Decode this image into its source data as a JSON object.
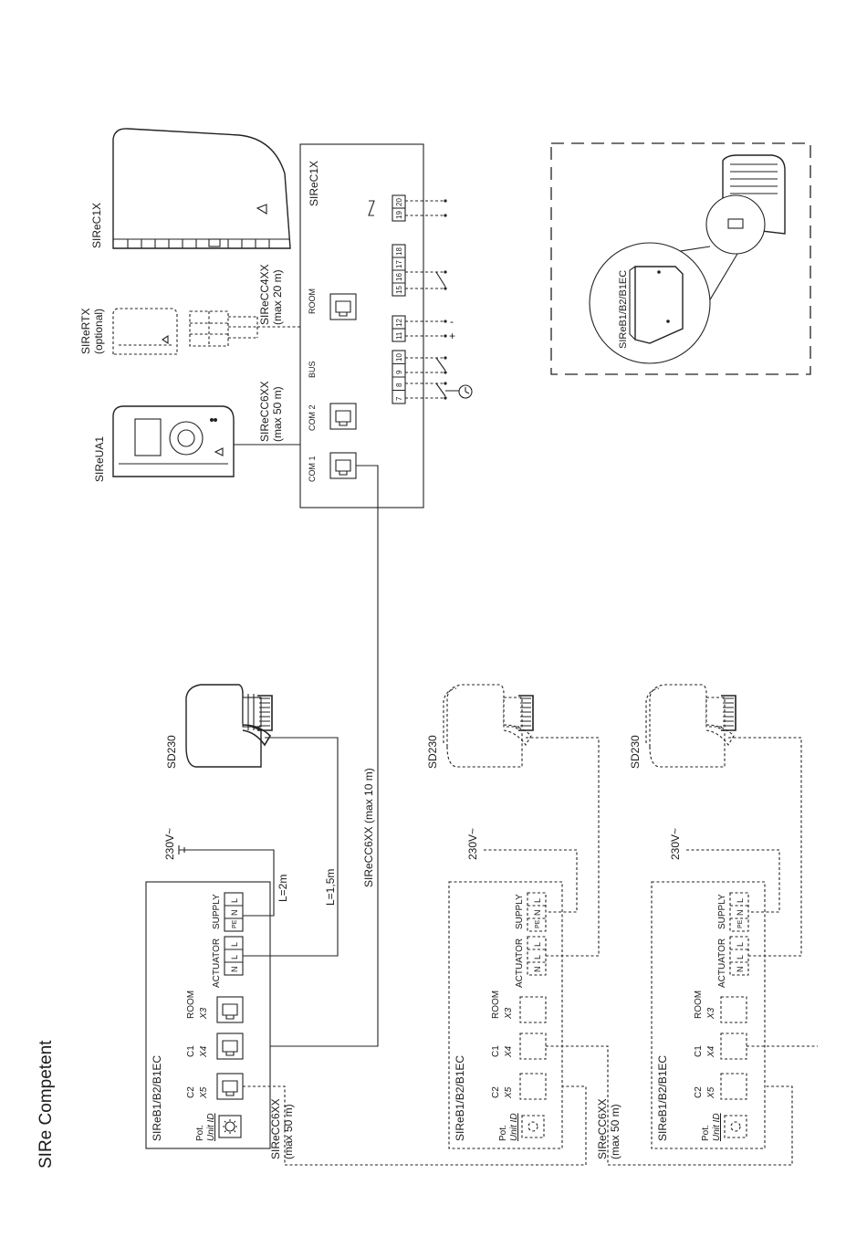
{
  "page_title": "SIRe Competent",
  "top": {
    "uA1_label": "SIReUA1",
    "rtx_label": "SIReRTX",
    "rtx_sub": "(optional)",
    "c1x_device_label": "SIReC1X",
    "cable_com2": "SIReCC6XX",
    "cable_com2_len": "(max 50 m)",
    "cable_room": "SIReCC4XX",
    "cable_room_len": "(max 20 m)",
    "c1x_box_label": "SIReC1X",
    "port_com1": "COM 1",
    "port_com2": "COM 2",
    "port_bus": "BUS",
    "port_room": "ROOM",
    "term_7": "7",
    "term_8": "8",
    "term_9": "9",
    "term_10": "10",
    "term_11": "11",
    "term_12": "12",
    "term_15": "15",
    "term_16": "16",
    "term_17": "17",
    "term_18": "18",
    "term_19": "19",
    "term_20": "20",
    "sign_minus": "-",
    "sign_plus": "+"
  },
  "inset": {
    "label": "SIReB1/B2/B1EC"
  },
  "main_cable": "SIReCC6XX (max 10 m)",
  "units": [
    {
      "box_label": "SIReB1/B2/B1EC",
      "pot": "Pot.",
      "unit_id": "Unit ID",
      "c2": "C2",
      "x5": "X5",
      "c1": "C1",
      "x4": "X4",
      "room": "ROOM",
      "x3": "X3",
      "actuator": "ACTUATOR",
      "supply": "SUPPLY",
      "act_n": "N",
      "act_l": "L",
      "act_l2": "L",
      "sup_pe": "PE",
      "sup_n": "N",
      "sup_l": "L",
      "voltage": "230V~",
      "sd_label": "SD230",
      "len_a": "L=2m",
      "len_b": "L=1,5m",
      "cable": "SIReCC6XX",
      "cable_len": "(max 50 m)"
    },
    {
      "box_label": "SIReB1/B2/B1EC",
      "pot": "Pot.",
      "unit_id": "Unit ID",
      "c2": "C2",
      "x5": "X5",
      "c1": "C1",
      "x4": "X4",
      "room": "ROOM",
      "x3": "X3",
      "actuator": "ACTUATOR",
      "supply": "SUPPLY",
      "act_n": "N",
      "act_l": "L",
      "act_l2": "L",
      "sup_pe": "PE",
      "sup_n": "N",
      "sup_l": "L",
      "voltage": "230V~",
      "sd_label": "SD230",
      "cable": "SIReCC6XX",
      "cable_len": "(max 50 m)"
    },
    {
      "box_label": "SIReB1/B2/B1EC",
      "pot": "Pot.",
      "unit_id": "Unit ID",
      "c2": "C2",
      "x5": "X5",
      "c1": "C1",
      "x4": "X4",
      "room": "ROOM",
      "x3": "X3",
      "actuator": "ACTUATOR",
      "supply": "SUPPLY",
      "act_n": "N",
      "act_l": "L",
      "act_l2": "L",
      "sup_pe": "PE",
      "sup_n": "N",
      "sup_l": "L",
      "voltage": "230V~",
      "sd_label": "SD230"
    }
  ]
}
